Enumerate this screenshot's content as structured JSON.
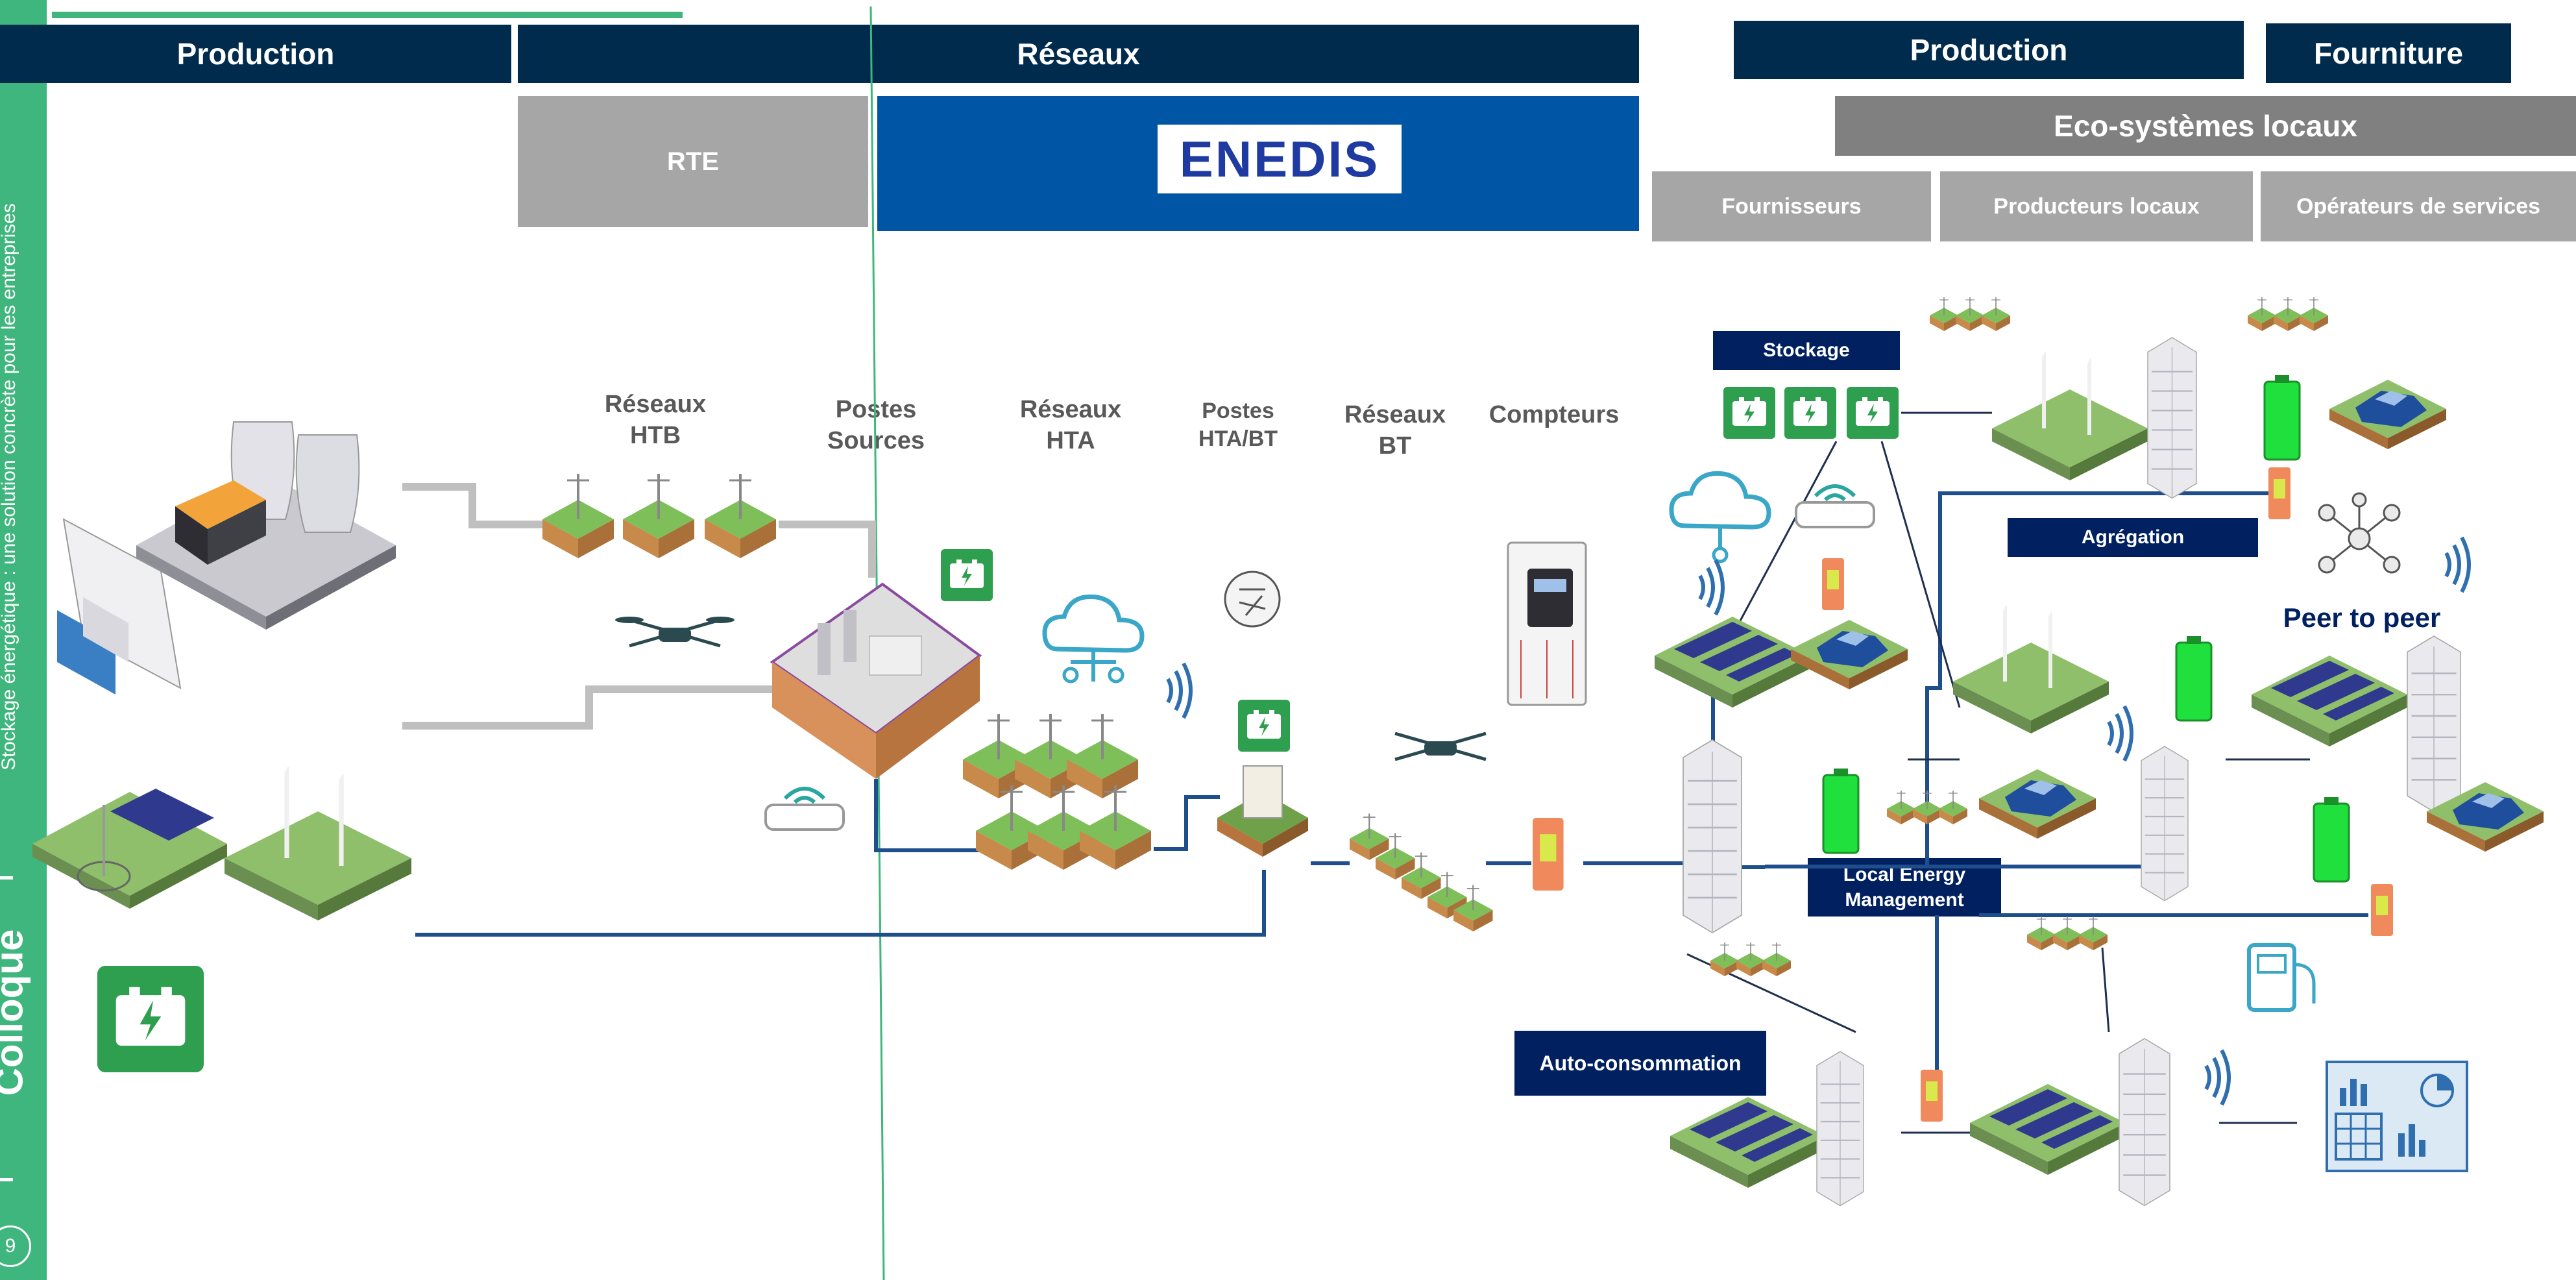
{
  "sidebar": {
    "subtitle": "Stockage énergétique : une solution concrète pour les entreprises",
    "event": "Colloque",
    "page_number": "9"
  },
  "headers": {
    "production_left": "Production",
    "reseaux": "Réseaux",
    "production_right": "Production",
    "fourniture": "Fourniture"
  },
  "operators": {
    "rte": "RTE",
    "enedis_logo": "ENEDIS"
  },
  "ecosystems": {
    "title": "Eco-systèmes locaux",
    "fournisseurs": "Fournisseurs",
    "producteurs_locaux": "Producteurs locaux",
    "operateurs_services": "Opérateurs de services"
  },
  "network_labels": {
    "reseaux_htb": "Réseaux\nHTB",
    "postes_sources": "Postes\nSources",
    "reseaux_hta": "Réseaux\nHTA",
    "postes_hta_bt": "Postes\nHTA/BT",
    "reseaux_bt": "Réseaux\nBT",
    "compteurs": "Compteurs"
  },
  "local_labels": {
    "stockage": "Stockage",
    "agregation": "Agrégation",
    "peer_to_peer": "Peer to peer",
    "local_energy_management": "Local Energy\nManagement",
    "auto_consommation": "Auto-consommation"
  },
  "colors": {
    "header_navy": "#002b4c",
    "label_navy": "#002060",
    "enedis_blue": "#0055a5",
    "gray_box": "#a6a6a6",
    "sidebar_green": "#3fb67d",
    "battery_green": "#2e9e4f",
    "line_blue": "#1f4e8c",
    "line_gray": "#bfbfbf"
  },
  "icons": [
    "power-plant-icon",
    "dam-icon",
    "solar-farm-icon",
    "wind-farm-icon",
    "battery-icon",
    "pylon-icon",
    "drone-icon",
    "substation-icon",
    "cloud-network-icon",
    "router-icon",
    "wifi-icon",
    "ai-brain-icon",
    "transformer-icon",
    "meter-icon",
    "meter-box-icon",
    "building-icon",
    "solar-panel-icon",
    "electric-car-icon",
    "hydrogen-pump-icon",
    "dashboard-icon",
    "peer-network-icon"
  ]
}
